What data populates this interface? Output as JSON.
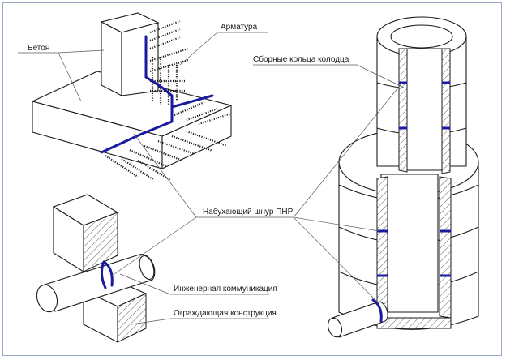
{
  "labels": {
    "concrete": "Бетон",
    "rebar": "Арматура",
    "rings": "Сборные кольца колодца",
    "cord": "Набухающий шнур ПНР",
    "utility": "Инженерная коммуникация",
    "wall": "Ограждающая конструкция"
  },
  "colors": {
    "cord": "#1a1aa0",
    "outline": "#1a1a1a",
    "frame": "#9aa7c7"
  }
}
